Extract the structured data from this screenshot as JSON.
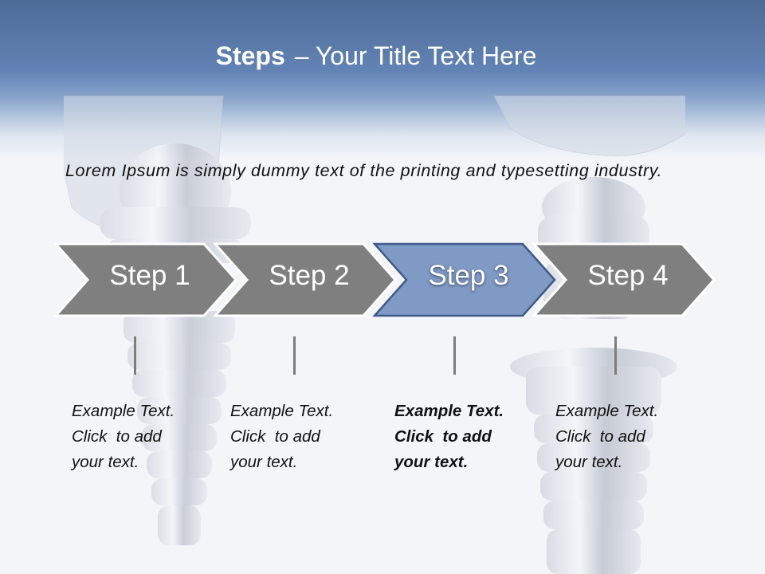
{
  "title": {
    "bold": "Steps",
    "rest": "– Your Title Text Here"
  },
  "intro": "Lorem Ipsum is simply dummy text of the printing and typesetting industry.",
  "steps": [
    {
      "label": "Step 1",
      "lines": [
        "Example Text.",
        "Click  to add",
        "your text."
      ],
      "active": false
    },
    {
      "label": "Step 2",
      "lines": [
        "Example Text.",
        "Click  to add",
        "your text."
      ],
      "active": false
    },
    {
      "label": "Step 3",
      "lines": [
        "Example Text.",
        "Click  to add",
        "your text."
      ],
      "active": true
    },
    {
      "label": "Step 4",
      "lines": [
        "Example Text.",
        "Click  to add",
        "your text."
      ],
      "active": false
    }
  ],
  "colors": {
    "chevron_default": "#7f7f7f",
    "chevron_active": "#7f9ac4",
    "chevron_active_border": "#3f5a8a",
    "header": "#5675a6"
  },
  "icons": [
    "dental-implant-illustration"
  ]
}
